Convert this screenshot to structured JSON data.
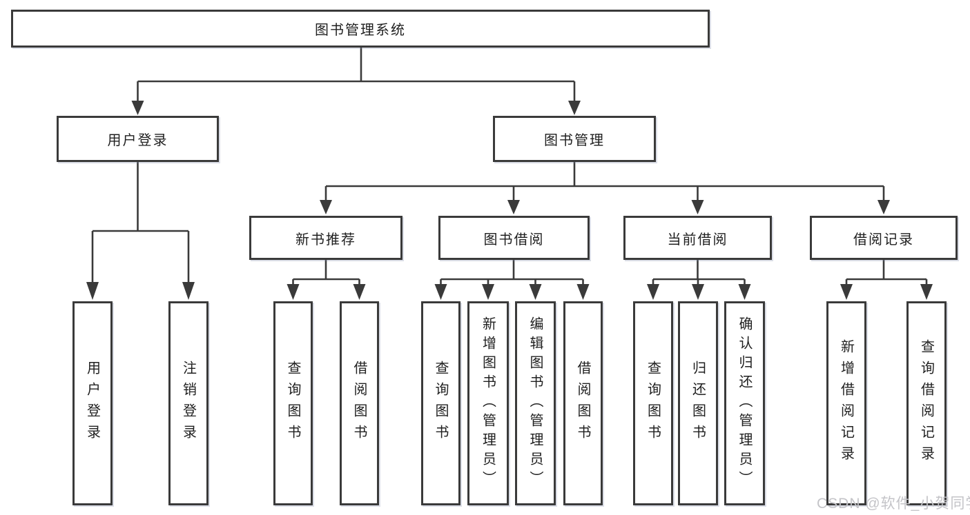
{
  "diagram": {
    "root": "图书管理系统",
    "level1": [
      "用户登录",
      "图书管理"
    ],
    "level2": [
      "新书推荐",
      "图书借阅",
      "当前借阅",
      "借阅记录"
    ],
    "leaves": {
      "user_login": [
        "用户登录",
        "注销登录"
      ],
      "new_book": [
        "查询图书",
        "借阅图书"
      ],
      "book_borrow": [
        "查询图书",
        "新增图书（管理员）",
        "编辑图书（管理员）",
        "借阅图书"
      ],
      "current_borrow": [
        "查询图书",
        "归还图书",
        "确认归还（管理员）"
      ],
      "borrow_records": [
        "新增借阅记录",
        "查询借阅记录"
      ]
    }
  },
  "watermark": "CSDN @软件_小贺同学",
  "colors": {
    "line": "#3a3a3a",
    "box_border": "#3a3a3a",
    "text": "#1f1f1f",
    "background": "#ffffff",
    "watermark": "#c4c4c8"
  }
}
